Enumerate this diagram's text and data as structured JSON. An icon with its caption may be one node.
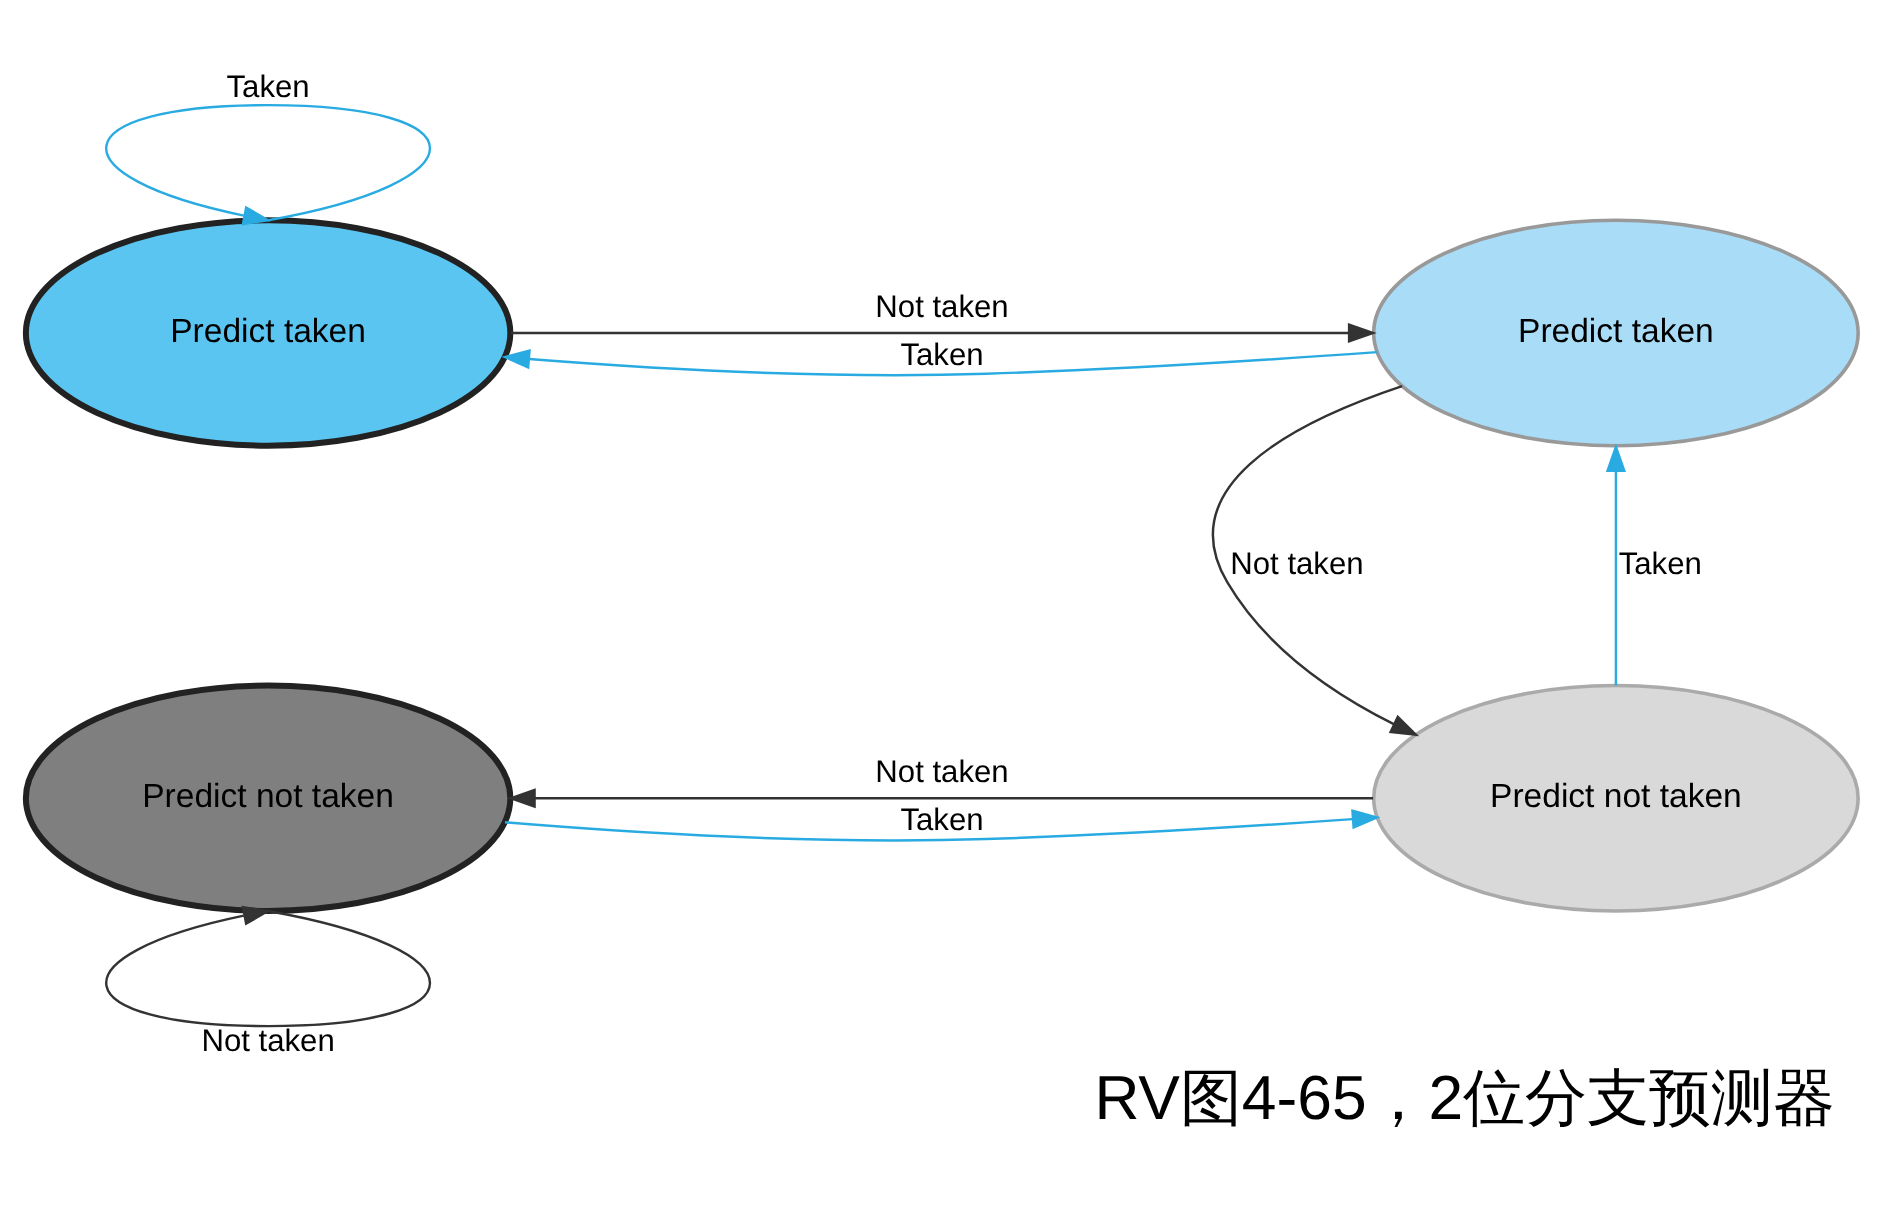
{
  "diagram": {
    "caption": "RV图4-65，2位分支预测器",
    "nodes": [
      {
        "text": [
          "Predict taken"
        ]
      },
      {
        "text": [
          "Predict taken"
        ]
      },
      {
        "text": [
          "Predict not taken"
        ]
      },
      {
        "text": [
          "Predict not taken"
        ]
      }
    ],
    "edges": [
      {
        "from": 0,
        "to": 0,
        "label": "Taken",
        "arrow": "to",
        "color": "#29abe2"
      },
      {
        "from": 0,
        "to": 1,
        "label": "Not taken",
        "arrow": "to",
        "color": "#333333"
      },
      {
        "from": 1,
        "to": 0,
        "label": "Taken",
        "arrow": "to",
        "color": "#29abe2"
      },
      {
        "from": 1,
        "to": 3,
        "label": "Not taken",
        "arrow": "to",
        "color": "#333333"
      },
      {
        "from": 3,
        "to": 1,
        "label": "Taken",
        "arrow": "to",
        "color": "#29abe2"
      },
      {
        "from": 3,
        "to": 2,
        "label": "Not taken",
        "arrow": "to",
        "color": "#333333"
      },
      {
        "from": 2,
        "to": 3,
        "label": "Taken",
        "arrow": "to",
        "color": "#29abe2"
      },
      {
        "from": 2,
        "to": 2,
        "label": "Not taken",
        "arrow": "to",
        "color": "#333333"
      }
    ]
  }
}
